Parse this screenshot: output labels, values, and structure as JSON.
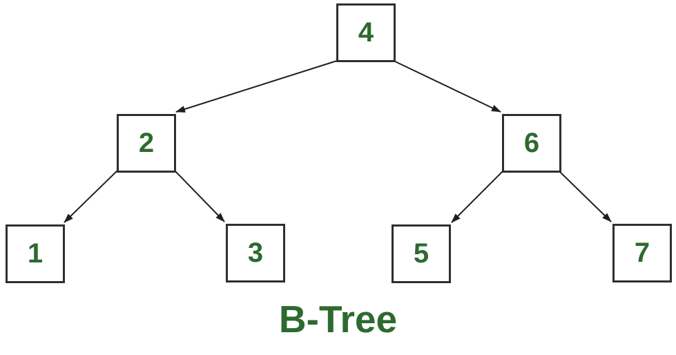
{
  "diagram": {
    "title": "B-Tree",
    "type": "tree",
    "colors": {
      "background": "#ffffff",
      "node_text": "#2d6a2f",
      "title": "#2d6a2f",
      "border": "#2e2e2e",
      "arrow": "#1f1f1f"
    },
    "nodes": [
      {
        "value": "4",
        "role": "root"
      },
      {
        "value": "2",
        "role": "internal"
      },
      {
        "value": "6",
        "role": "internal"
      },
      {
        "value": "1",
        "role": "leaf"
      },
      {
        "value": "3",
        "role": "leaf"
      },
      {
        "value": "5",
        "role": "leaf"
      },
      {
        "value": "7",
        "role": "leaf"
      }
    ],
    "edges": [
      {
        "from": "4",
        "to": "2"
      },
      {
        "from": "4",
        "to": "6"
      },
      {
        "from": "2",
        "to": "1"
      },
      {
        "from": "2",
        "to": "3"
      },
      {
        "from": "6",
        "to": "5"
      },
      {
        "from": "6",
        "to": "7"
      }
    ]
  }
}
